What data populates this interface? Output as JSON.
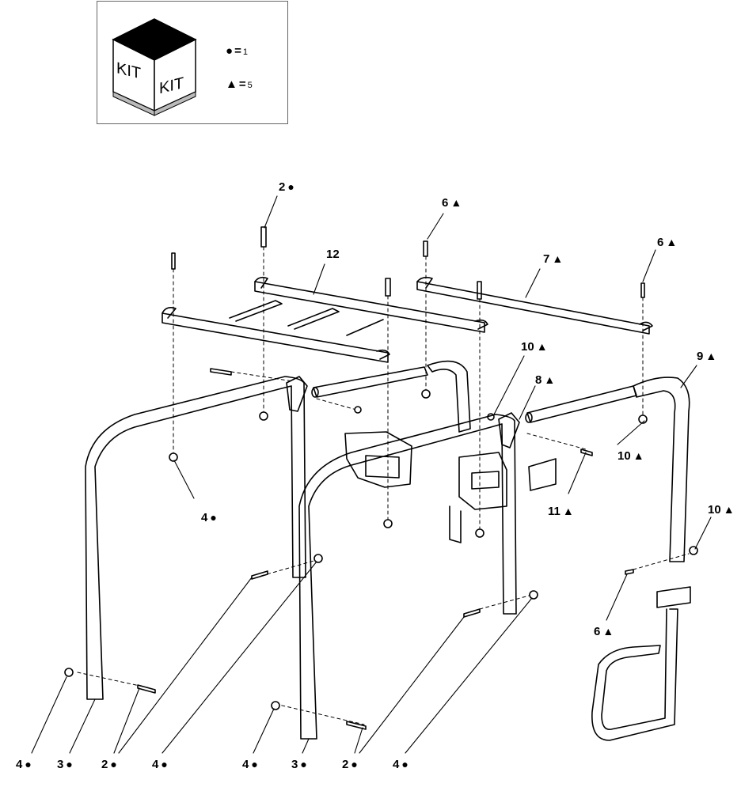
{
  "kit": {
    "faces": [
      "KIT",
      "KIT"
    ],
    "legend": [
      {
        "symbol": "●",
        "qty": "1"
      },
      {
        "symbol": "▲",
        "qty": "5"
      }
    ]
  },
  "callouts": [
    {
      "n": "2",
      "sym": "●"
    },
    {
      "n": "6",
      "sym": "▲"
    },
    {
      "n": "12",
      "sym": ""
    },
    {
      "n": "7",
      "sym": "▲"
    },
    {
      "n": "6",
      "sym": "▲"
    },
    {
      "n": "10",
      "sym": "▲"
    },
    {
      "n": "9",
      "sym": "▲"
    },
    {
      "n": "8",
      "sym": "▲"
    },
    {
      "n": "10",
      "sym": "▲"
    },
    {
      "n": "11",
      "sym": "▲"
    },
    {
      "n": "4",
      "sym": "●"
    },
    {
      "n": "10",
      "sym": "▲"
    },
    {
      "n": "6",
      "sym": "▲"
    },
    {
      "n": "4",
      "sym": "●"
    },
    {
      "n": "3",
      "sym": "●"
    },
    {
      "n": "2",
      "sym": "●"
    },
    {
      "n": "4",
      "sym": "●"
    },
    {
      "n": "4",
      "sym": "●"
    },
    {
      "n": "3",
      "sym": "●"
    },
    {
      "n": "2",
      "sym": "●"
    },
    {
      "n": "4",
      "sym": "●"
    }
  ]
}
